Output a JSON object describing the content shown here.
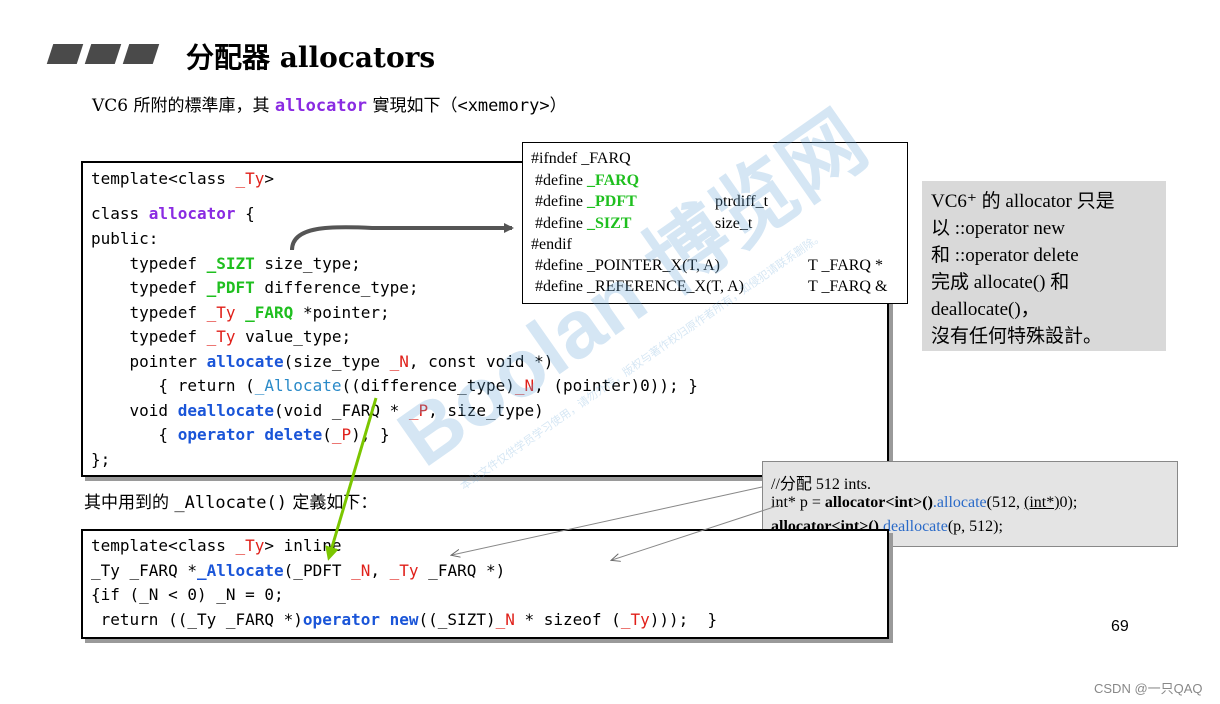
{
  "slide": {
    "title": "分配器 allocators",
    "intro_prefix": "VC6 所附的標準庫，其 ",
    "intro_keyword": "allocator",
    "intro_suffix": " 實現如下（",
    "intro_file": "<xmemory>",
    "intro_close": "）",
    "mid_prefix": "其中用到的 ",
    "mid_func": "_Allocate()",
    "mid_suffix": " 定義如下：",
    "page_number": "69",
    "credit": "CSDN @一只QAQ",
    "watermark_text": "Boolan 博览网",
    "watermark_small": "本站文件仅供学员学习使用，请勿外传，版权与著作权归原作者所有，如侵犯请联系删除。"
  },
  "code_main": {
    "l1a": "template<class ",
    "l1b": "_Ty",
    "l1c": ">",
    "l2a": "class ",
    "l2b": "allocator",
    "l2c": " {",
    "l3": "public:",
    "l4a": "    typedef ",
    "l4b": "_SIZT",
    "l4c": " size_type;",
    "l5a": "    typedef ",
    "l5b": "_PDFT",
    "l5c": " difference_type;",
    "l6a": "    typedef ",
    "l6b": "_Ty",
    "l6c": " ",
    "l6d": "_FARQ",
    "l6e": " *pointer;",
    "l7a": "    typedef ",
    "l7b": "_Ty",
    "l7c": " value_type;",
    "l8a": "    pointer ",
    "l8b": "allocate",
    "l8c": "(size_type ",
    "l8d": "_N",
    "l8e": ", const void *)",
    "l9a": "       { return (",
    "l9b": "_Allocate",
    "l9c": "((difference_type)",
    "l9d": "_N",
    "l9e": ", (pointer)0)); }",
    "l10a": "    void ",
    "l10b": "deallocate",
    "l10c": "(void _FARQ * ",
    "l10d": "_P",
    "l10e": ", size_type)",
    "l11a": "       { ",
    "l11b": "operator delete",
    "l11c": "(",
    "l11d": "_P",
    "l11e": "); }",
    "l12": "};"
  },
  "code_alloc": {
    "l1a": "template<class ",
    "l1b": "_Ty",
    "l1c": "> inline",
    "l2a": "_Ty _FARQ *",
    "l2b": "_Allocate",
    "l2c": "(_PDFT ",
    "l2d": "_N",
    "l2e": ", ",
    "l2f": "_Ty",
    "l2g": " _FARQ *)",
    "l3": "{if (_N < 0) _N = 0;",
    "l4a": " return ((_Ty _FARQ *)",
    "l4b": "operator new",
    "l4c": "((_SIZT)",
    "l4d": "_N",
    "l4e": " * sizeof (",
    "l4f": "_Ty",
    "l4g": ")));  }"
  },
  "defines": {
    "l1": "#ifndef _FARQ",
    "l2a": " #define ",
    "l2b": "_FARQ",
    "l3a": " #define ",
    "l3b": "_PDFT",
    "l3c": "ptrdiff_t",
    "l4a": " #define ",
    "l4b": "_SIZT",
    "l4c": "size_t",
    "l5": "#endif",
    "l6a": " #define _POINTER_X(T, A)",
    "l6b": "T _FARQ *",
    "l7a": " #define _REFERENCE_X(T, A)",
    "l7b": "T _FARQ &"
  },
  "note": {
    "l1": "VC6⁺ 的 allocator 只是",
    "l2": "以 ::operator new",
    "l3": "和 ::operator delete",
    "l4": "完成 allocate() 和",
    "l5": "deallocate()，",
    "l6": "沒有任何特殊設計。"
  },
  "usage": {
    "l1": "//分配 512 ints.",
    "l2a": "int* p = ",
    "l2b": "allocator<int>()",
    "l2c": ".allocate",
    "l2d": "(512, ",
    "l2e": "(int*)",
    "l2f": "0);",
    "l3a": "allocator<int>()",
    "l3b": ".deallocate",
    "l3c": "(p, 512);"
  },
  "colors": {
    "red": "#e0201a",
    "green": "#1fbf1f",
    "purple": "#8a2be2",
    "blue": "#1a55d8",
    "note_bg": "#d9d9d9"
  }
}
